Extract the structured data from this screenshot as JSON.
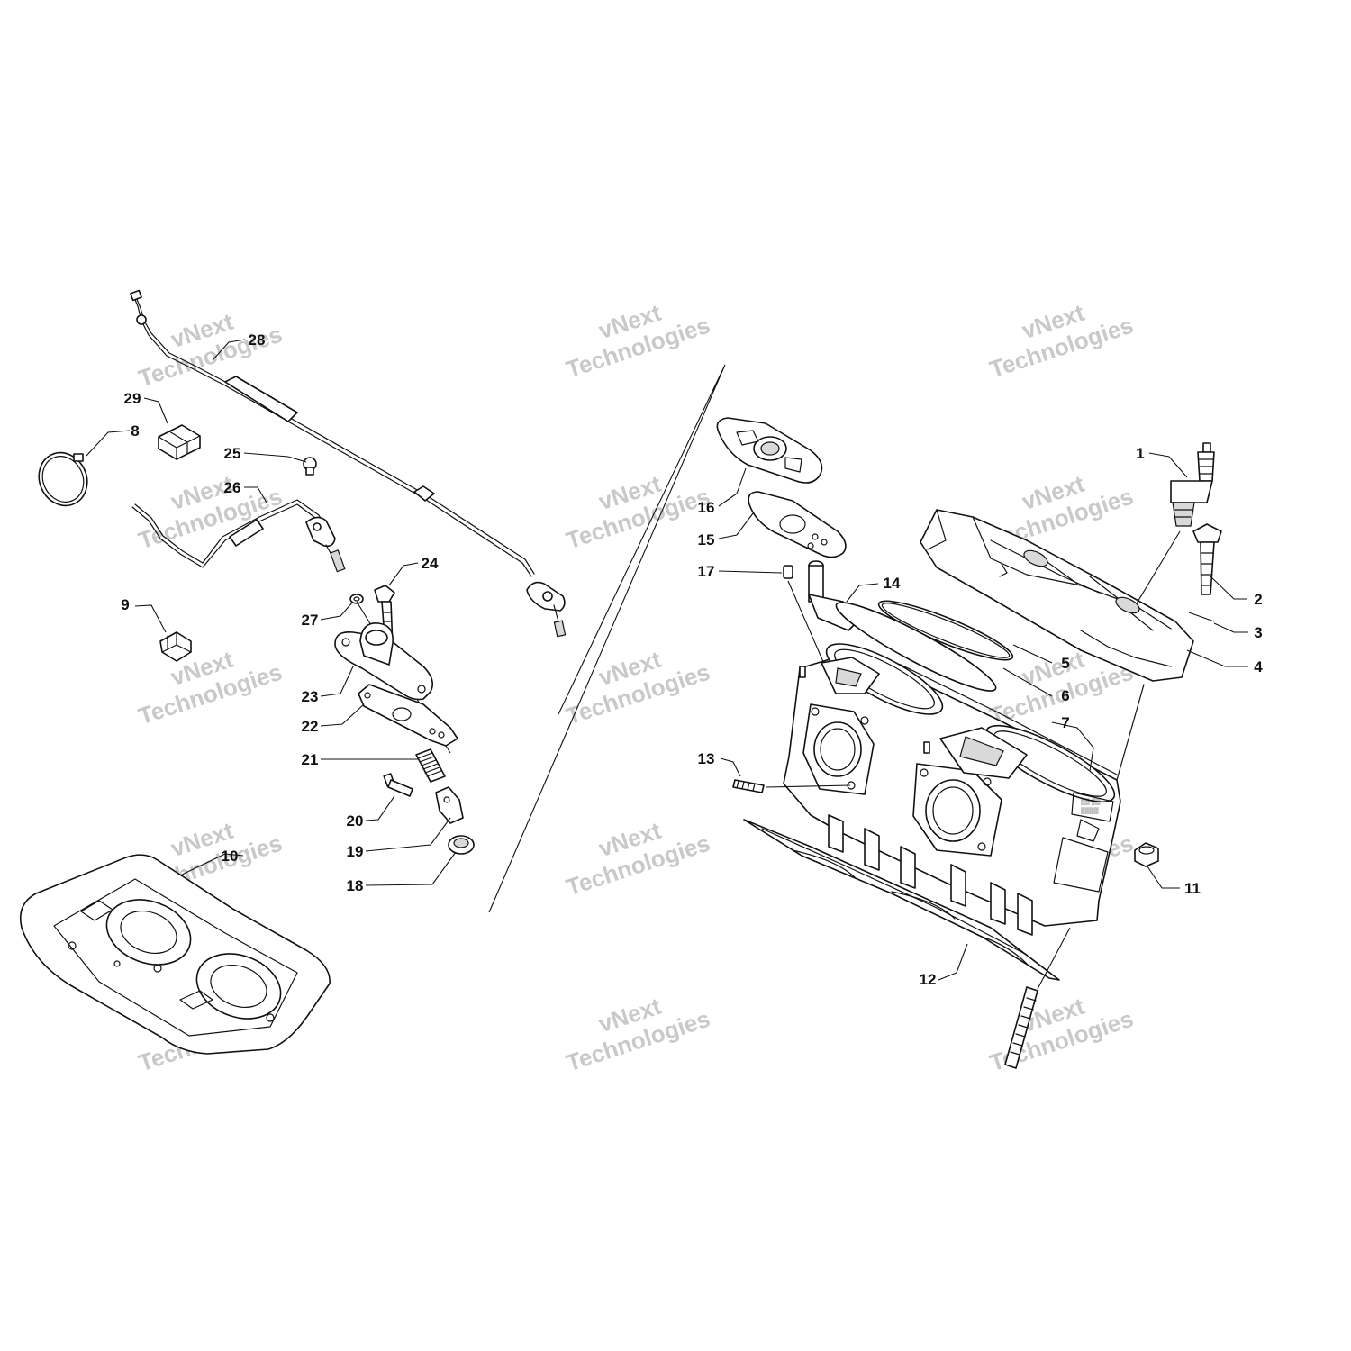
{
  "watermark": {
    "line1": "vNext",
    "line2": "Technologies"
  },
  "callouts": [
    "1",
    "2",
    "3",
    "4",
    "5",
    "6",
    "7",
    "8",
    "9",
    "10",
    "11",
    "12",
    "13",
    "14",
    "15",
    "16",
    "17",
    "18",
    "19",
    "20",
    "21",
    "22",
    "23",
    "24",
    "25",
    "26",
    "27",
    "28",
    "29"
  ],
  "colors": {
    "line": "#111111",
    "background": "#ffffff",
    "watermark": "#b8b8b8"
  }
}
